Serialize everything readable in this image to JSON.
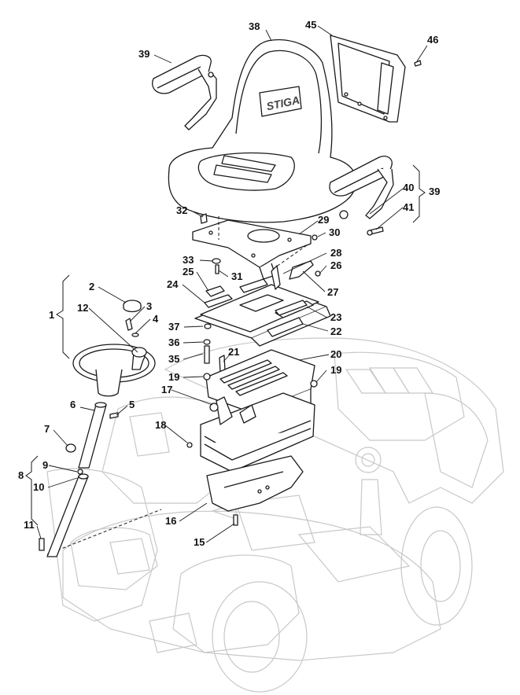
{
  "diagram": {
    "labels": [
      "1",
      "2",
      "3",
      "4",
      "5",
      "6",
      "7",
      "8",
      "9",
      "10",
      "11",
      "12",
      "15",
      "16",
      "17",
      "18",
      "19",
      "19",
      "20",
      "21",
      "22",
      "23",
      "24",
      "25",
      "26",
      "27",
      "28",
      "29",
      "30",
      "31",
      "32",
      "33",
      "35",
      "36",
      "37",
      "38",
      "39",
      "39",
      "40",
      "41",
      "45",
      "46"
    ],
    "seat_logo": "STIGA"
  }
}
